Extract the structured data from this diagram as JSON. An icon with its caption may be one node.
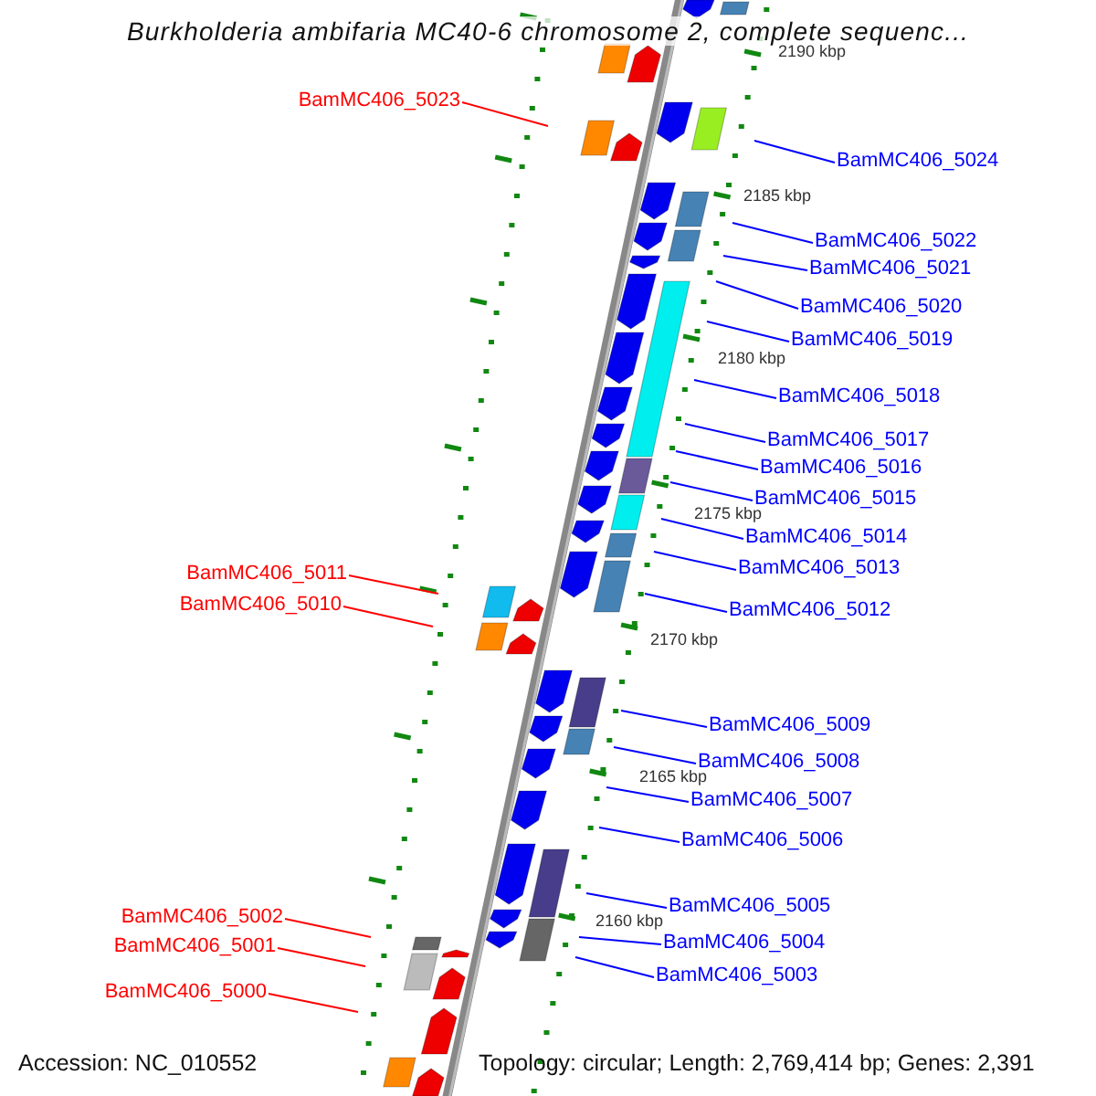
{
  "diagram": {
    "title": "Burkholderia ambifaria MC40-6 chromosome 2, complete sequenc...",
    "nodes": [
      {
        "text": [
          "BamMC406_5023"
        ]
      },
      {
        "text": [
          "BamMC406_5024"
        ]
      },
      {
        "text": [
          "BamMC406_5022"
        ]
      },
      {
        "text": [
          "BamMC406_5021"
        ]
      },
      {
        "text": [
          "BamMC406_5020"
        ]
      },
      {
        "text": [
          "BamMC406_5019"
        ]
      },
      {
        "text": [
          "BamMC406_5018"
        ]
      },
      {
        "text": [
          "BamMC406_5017"
        ]
      },
      {
        "text": [
          "BamMC406_5016"
        ]
      },
      {
        "text": [
          "BamMC406_5015"
        ]
      },
      {
        "text": [
          "BamMC406_5014"
        ]
      },
      {
        "text": [
          "BamMC406_5013"
        ]
      },
      {
        "text": [
          "BamMC406_5011"
        ]
      },
      {
        "text": [
          "BamMC406_5010"
        ]
      },
      {
        "text": [
          "BamMC406_5012"
        ]
      },
      {
        "text": [
          "BamMC406_5009"
        ]
      },
      {
        "text": [
          "BamMC406_5008"
        ]
      },
      {
        "text": [
          "BamMC406_5007"
        ]
      },
      {
        "text": [
          "BamMC406_5006"
        ]
      },
      {
        "text": [
          "BamMC406_5005"
        ]
      },
      {
        "text": [
          "BamMC406_5002"
        ]
      },
      {
        "text": [
          "BamMC406_5004"
        ]
      },
      {
        "text": [
          "BamMC406_5001"
        ]
      },
      {
        "text": [
          "BamMC406_5003"
        ]
      },
      {
        "text": [
          "BamMC406_5000"
        ]
      }
    ],
    "edges": [
      {
        "from": 0,
        "to": null,
        "arrow": "none",
        "color": "#ff0000"
      },
      {
        "from": 1,
        "to": null,
        "arrow": "none"
      },
      {
        "from": 2,
        "to": null,
        "arrow": "none"
      },
      {
        "from": 3,
        "to": null,
        "arrow": "none"
      },
      {
        "from": 4,
        "to": null,
        "arrow": "none"
      },
      {
        "from": 5,
        "to": null,
        "arrow": "none"
      },
      {
        "from": 6,
        "to": null,
        "arrow": "none"
      },
      {
        "from": 7,
        "to": null,
        "arrow": "none"
      },
      {
        "from": 8,
        "to": null,
        "arrow": "none"
      },
      {
        "from": 9,
        "to": null,
        "arrow": "none"
      },
      {
        "from": 10,
        "to": null,
        "arrow": "none"
      },
      {
        "from": 11,
        "to": null,
        "arrow": "none"
      },
      {
        "from": 12,
        "to": null,
        "arrow": "none",
        "color": "#ff0000"
      },
      {
        "from": 13,
        "to": null,
        "arrow": "none",
        "color": "#ff0000"
      },
      {
        "from": 14,
        "to": null,
        "arrow": "none"
      },
      {
        "from": 15,
        "to": null,
        "arrow": "none"
      },
      {
        "from": 16,
        "to": null,
        "arrow": "none"
      },
      {
        "from": 17,
        "to": null,
        "arrow": "none"
      },
      {
        "from": 18,
        "to": null,
        "arrow": "none"
      },
      {
        "from": 19,
        "to": null,
        "arrow": "none"
      },
      {
        "from": 20,
        "to": null,
        "arrow": "none",
        "color": "#ff0000"
      },
      {
        "from": 21,
        "to": null,
        "arrow": "none"
      },
      {
        "from": 22,
        "to": null,
        "arrow": "none",
        "color": "#ff0000"
      },
      {
        "from": 23,
        "to": null,
        "arrow": "none"
      },
      {
        "from": 24,
        "to": null,
        "arrow": "none",
        "color": "#ff0000"
      }
    ],
    "labels": [
      "2190 kbp",
      "2185 kbp",
      "2180 kbp",
      "2175 kbp",
      "2170 kbp",
      "2165 kbp",
      "2160 kbp",
      "Accession: NC_010552",
      "Topology: circular; Length: 2,769,414 bp; Genes: 2,391"
    ]
  }
}
